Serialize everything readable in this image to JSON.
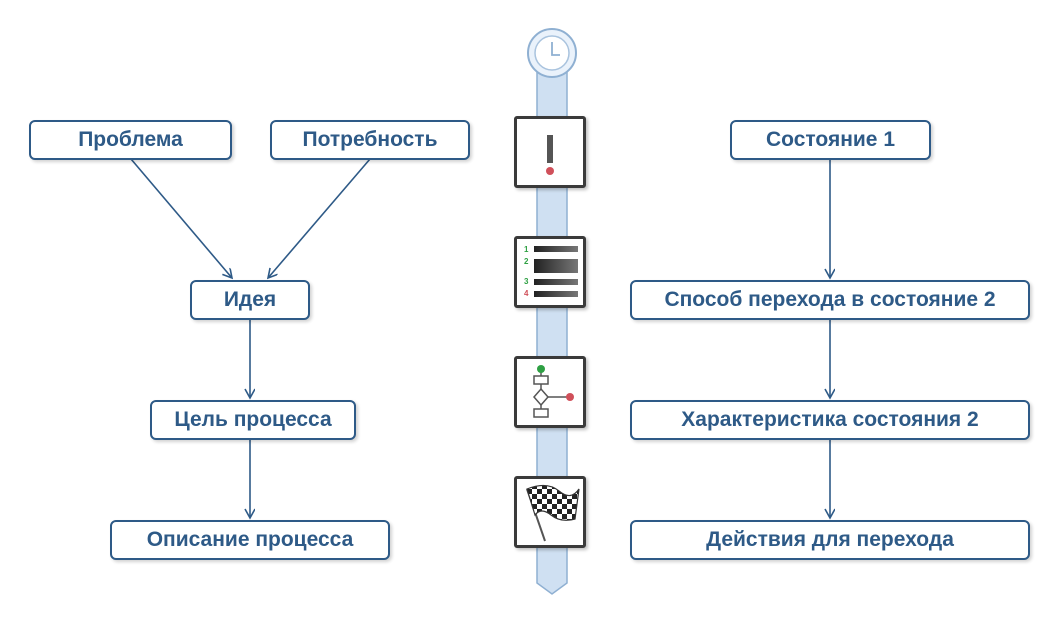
{
  "left_flow": {
    "problem": "Проблема",
    "need": "Потребность",
    "idea": "Идея",
    "goal": "Цель процесса",
    "description": "Описание процесса"
  },
  "right_flow": {
    "state1": "Состояние 1",
    "transition_method": "Способ перехода в состояние 2",
    "state2_characteristics": "Характеристика состояния 2",
    "actions": "Действия для перехода"
  },
  "timeline": {
    "icons": [
      "clock-icon",
      "exclamation-icon",
      "numbered-list-icon",
      "flowchart-icon",
      "checkered-flag-icon"
    ],
    "list_numbers": [
      "1",
      "2",
      "3",
      "4"
    ]
  },
  "colors": {
    "node_border": "#2e5a87",
    "node_text": "#2e5a87",
    "timeline_fill": "#cfe0f2",
    "timeline_stroke": "#8fb0d2",
    "green_dot": "#2ea043",
    "red_dot": "#d0505a"
  }
}
